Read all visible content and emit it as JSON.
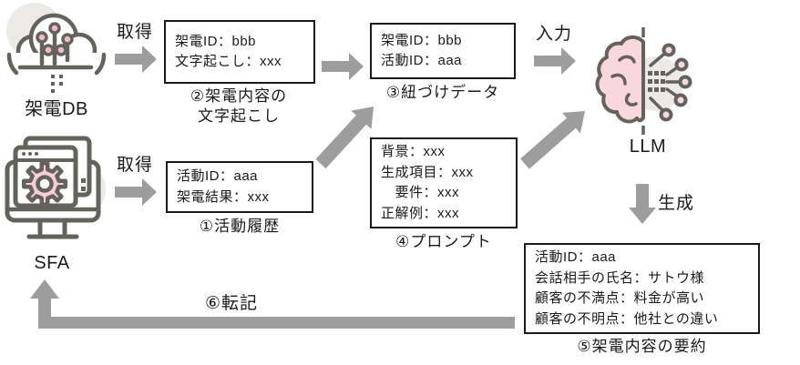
{
  "nodes": {
    "kaden_db": {
      "label": "架電DB"
    },
    "sfa": {
      "label": "SFA"
    },
    "llm": {
      "label": "LLM"
    }
  },
  "boxes": {
    "activity": {
      "lines": [
        "活動ID：aaa",
        "架電結果：xxx"
      ],
      "caption": "①活動履歴"
    },
    "transcript": {
      "lines": [
        "架電ID：bbb",
        "文字起こし：xxx"
      ],
      "caption": "②架電内容の\n文字起こし"
    },
    "linked": {
      "lines": [
        "架電ID：bbb",
        "活動ID：aaa"
      ],
      "caption": "③紐づけデータ"
    },
    "prompt": {
      "lines": [
        "背景：xxx",
        "生成項目：xxx",
        "　要件：xxx",
        "正解例：xxx"
      ],
      "caption": "④プロンプト"
    },
    "summary": {
      "lines": [
        "活動ID：aaa",
        "会話相手の氏名：サトウ様",
        "顧客の不満点：料金が高い",
        "顧客の不明点：他社との違い"
      ],
      "caption": "⑤架電内容の要約"
    }
  },
  "arrows": {
    "fetch_top": "取得",
    "fetch_bottom": "取得",
    "input": "入力",
    "generate": "生成",
    "transfer": "⑥転記"
  },
  "colors": {
    "arrow": "#9d9d9d",
    "icon_outline": "#63625b",
    "icon_pink": "#f6cdd8",
    "icon_bg_circle": "#ebeae7",
    "box_border": "#1a1a1a"
  }
}
